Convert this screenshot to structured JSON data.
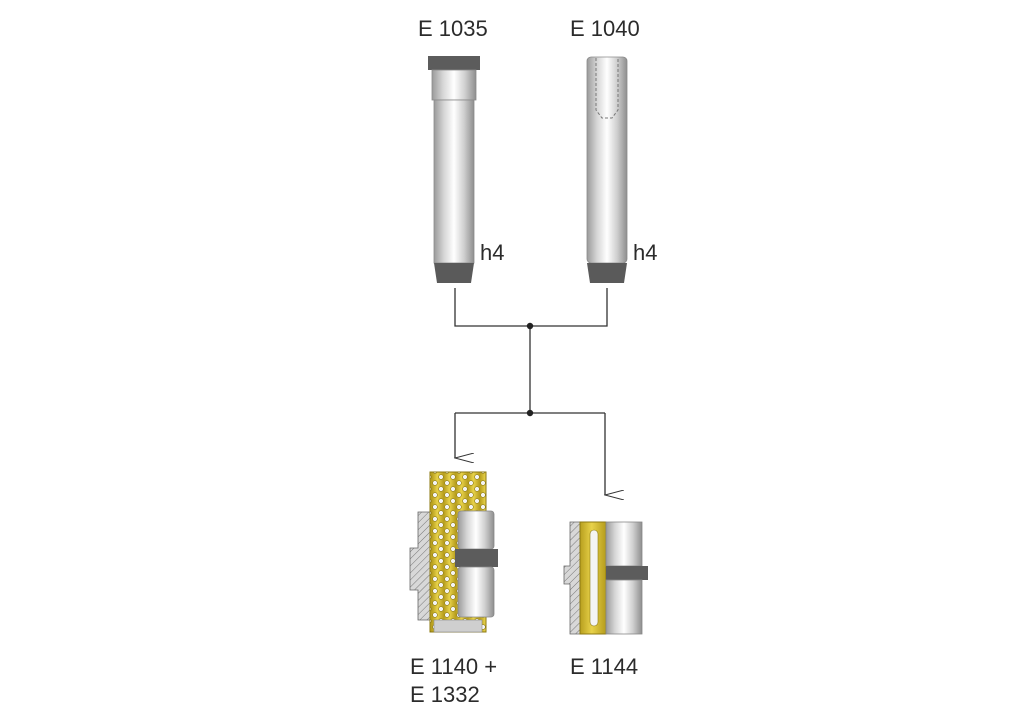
{
  "parts": {
    "pin_a": {
      "code": "E 1035",
      "tolerance": "h4"
    },
    "pin_b": {
      "code": "E 1040",
      "tolerance": "h4"
    },
    "bushing_a": {
      "code_line1": "E 1140 +",
      "code_line2": "E 1332"
    },
    "bushing_b": {
      "code": "E 1144"
    }
  },
  "colors": {
    "steel_light": "#f2f2f2",
    "steel_mid": "#bdbdbd",
    "steel_dark": "#8a8a8a",
    "tip": "#5a5a5a",
    "brass": "#d9c23a",
    "brass_dark": "#a8921a",
    "line": "#333333"
  }
}
